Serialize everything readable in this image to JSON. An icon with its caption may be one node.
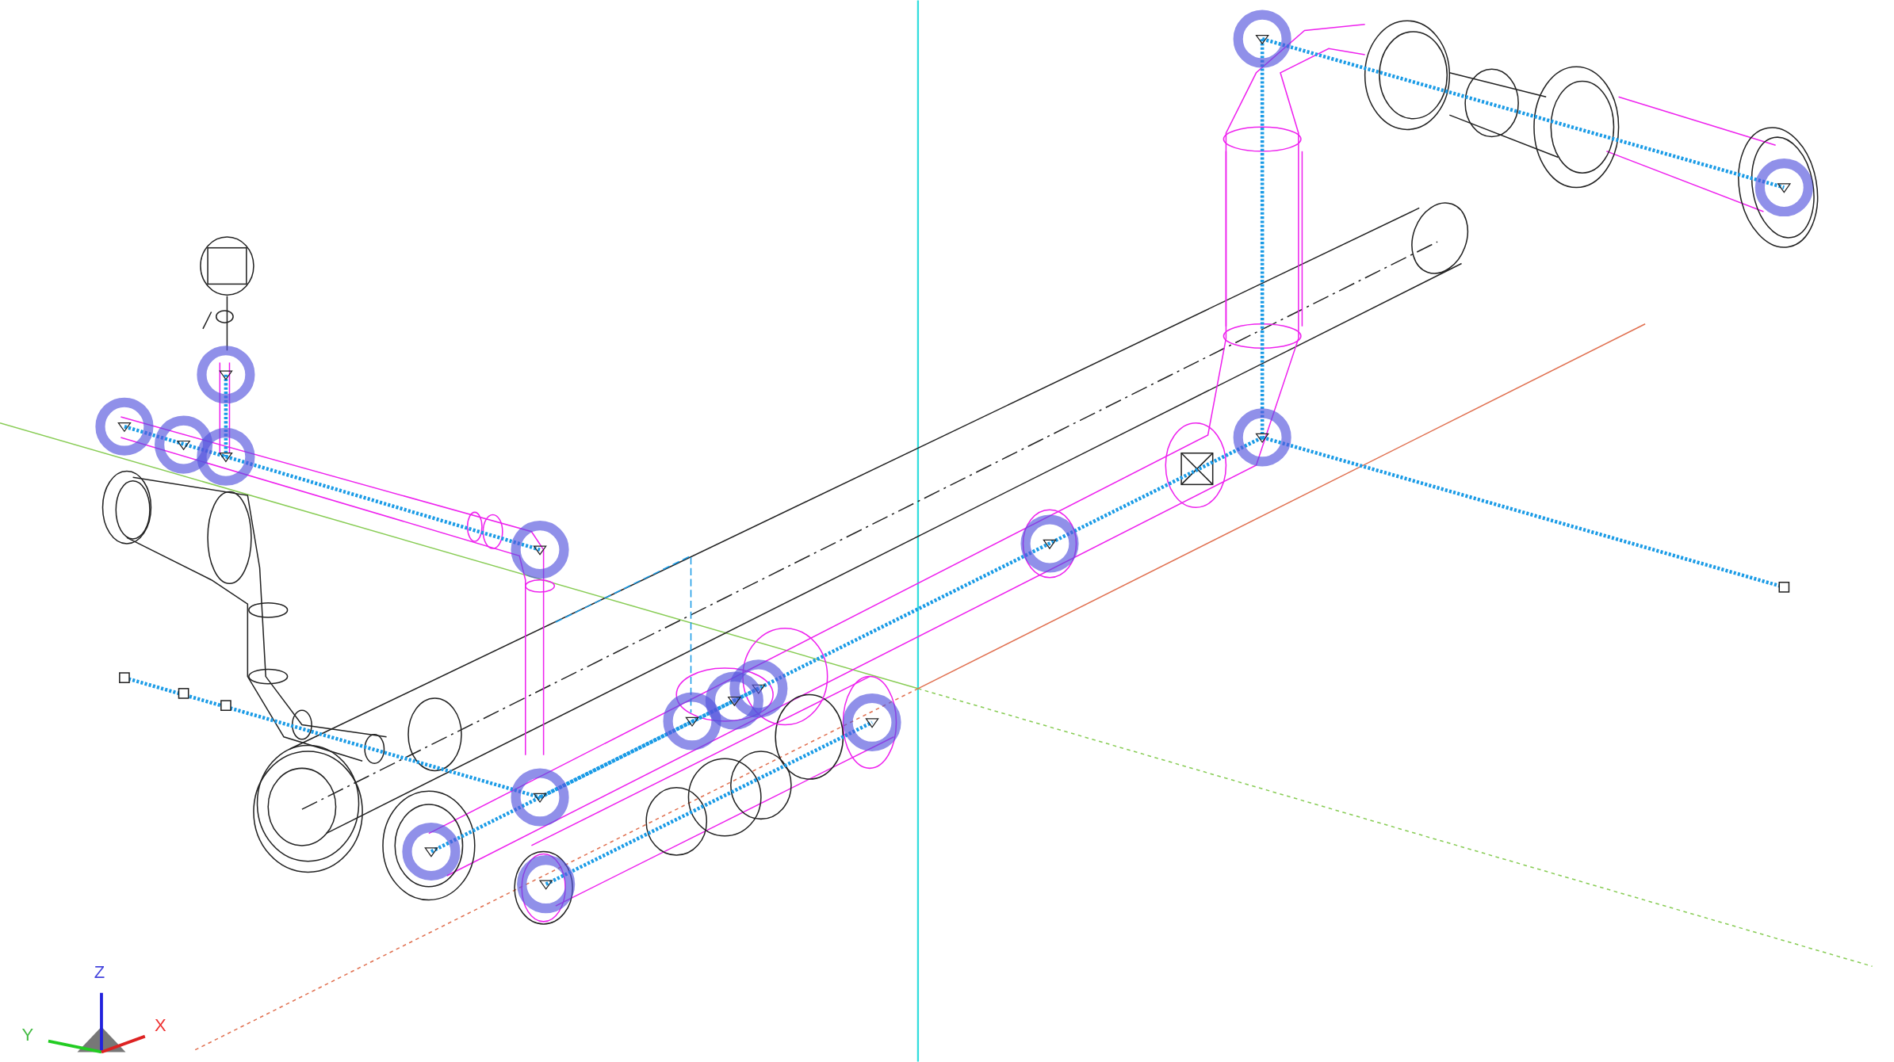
{
  "diagram": {
    "labels": [
      "Z",
      "Y",
      "X"
    ]
  }
}
